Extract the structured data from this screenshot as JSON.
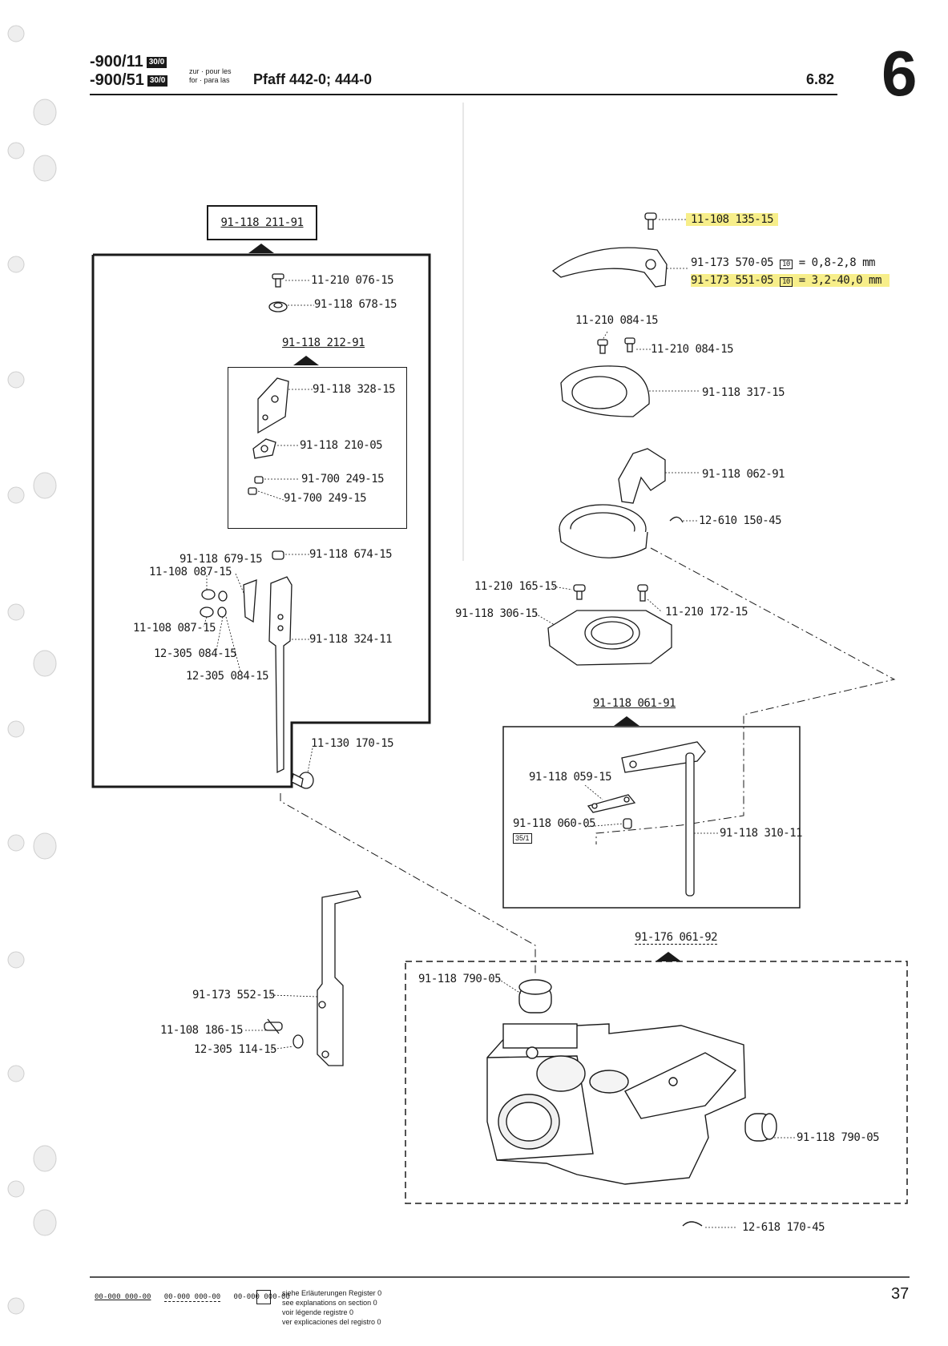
{
  "header": {
    "model_1": "-900/11",
    "badge_1": "30/0",
    "model_2": "-900/51",
    "badge_2": "30/0",
    "zur_line": "zur · pour les",
    "for_line": "for · para las",
    "machine": "Pfaff 442-0; 444-0",
    "date": "6.82",
    "section": "6"
  },
  "group_a": {
    "title": "91-118 211-91",
    "parts": {
      "p1": "11-210 076-15",
      "p2": "91-118 678-15",
      "p3": "91-118 674-15",
      "p4": "91-118 679-15",
      "p5": "11-108 087-15",
      "p6": "11-108 087-15",
      "p7": "12-305 084-15",
      "p8": "12-305 084-15",
      "p9": "91-118 324-11",
      "p10": "11-130 170-15"
    },
    "subgroup": {
      "title": "91-118 212-91",
      "parts": {
        "s1": "91-118 328-15",
        "s2": "91-118 210-05",
        "s3": "91-700 249-15",
        "s4": "91-700 249-15"
      }
    }
  },
  "right_parts": {
    "r1": "11-108 135-15",
    "r2": "91-173 570-05",
    "r2_box": "10",
    "r2_range": "= 0,8-2,8 mm",
    "r3": "91-173 551-05",
    "r3_box": "10",
    "r3_range": "= 3,2-40,0 mm",
    "r4": "11-210 084-15",
    "r5": "11-210 084-15",
    "r6": "91-118 317-15",
    "r7": "91-118 062-91",
    "r8": "12-610 150-45",
    "r9": "11-210 165-15",
    "r10": "91-118 306-15",
    "r11": "11-210 172-15"
  },
  "group_b": {
    "title": "91-118 061-91",
    "parts": {
      "b1": "91-118 059-15",
      "b2": "91-118 060-05",
      "b2_box": "35/1",
      "b3": "91-118 310-11"
    }
  },
  "left_lower": {
    "l1": "91-173 552-15",
    "l2": "11-108 186-15",
    "l3": "12-305 114-15"
  },
  "group_c": {
    "title": "91-176 061-92",
    "parts": {
      "c1": "91-118 790-05",
      "c2": "91-118 790-05",
      "c3": "12-618 170-45"
    }
  },
  "footer": {
    "code_1": "00-000 000-00",
    "code_2": "00-000 000-00",
    "code_3": "00-000 000-00",
    "legend_1": "siehe Erläuterungen Register 0",
    "legend_2": "see explanations on section 0",
    "legend_3": "voir légende registre 0",
    "legend_4": "ver explicaciones del registro 0",
    "page": "37"
  }
}
